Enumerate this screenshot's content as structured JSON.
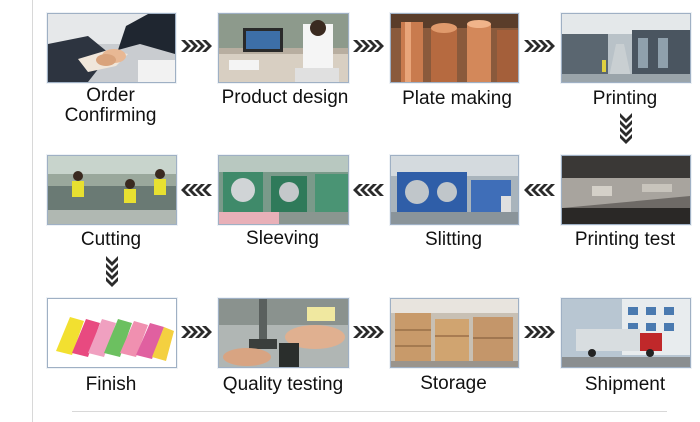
{
  "steps": [
    {
      "label": "Order\nConfirming",
      "icon": "handshake-photo"
    },
    {
      "label": "Product design",
      "icon": "designer-desk-photo"
    },
    {
      "label": "Plate making",
      "icon": "copper-cylinder-photo"
    },
    {
      "label": "Printing",
      "icon": "printing-press-photo"
    },
    {
      "label": "Printing test",
      "icon": "test-machine-photo"
    },
    {
      "label": "Slitting",
      "icon": "slitting-machine-photo"
    },
    {
      "label": "Sleeving",
      "icon": "sleeving-machine-photo"
    },
    {
      "label": "Cutting",
      "icon": "cutting-workers-photo"
    },
    {
      "label": "Finish",
      "icon": "finished-sleeves-photo"
    },
    {
      "label": "Quality testing",
      "icon": "inspection-photo"
    },
    {
      "label": "Storage",
      "icon": "warehouse-boxes-photo"
    },
    {
      "label": "Shipment",
      "icon": "truck-photo"
    }
  ],
  "colors": {
    "arrow": "#2b2b2b",
    "photo_border": "#9fb0c4",
    "divider": "#d8d8d8"
  }
}
